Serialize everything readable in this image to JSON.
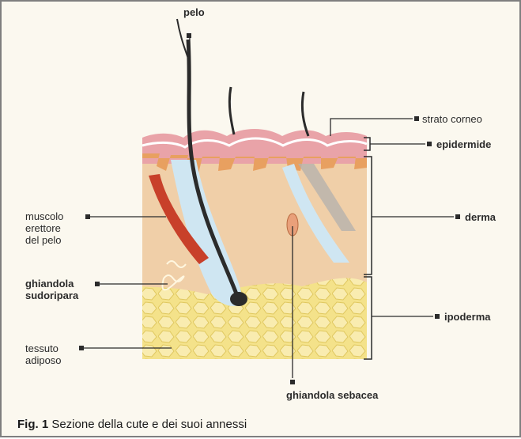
{
  "labels": {
    "pelo": "pelo",
    "strato_corneo": "strato corneo",
    "epidermide": "epidermide",
    "derma": "derma",
    "ipoderma": "ipoderma",
    "muscolo_1": "muscolo",
    "muscolo_2": "erettore",
    "muscolo_3": "del pelo",
    "ghiandola_sudoripara_1": "ghiandola",
    "ghiandola_sudoripara_2": "sudoripara",
    "tessuto_1": "tessuto",
    "tessuto_2": "adiposo",
    "ghiandola_sebacea": "ghiandola sebacea"
  },
  "caption": {
    "prefix": "Fig. 1",
    "text": " Sezione della cute e dei suoi annessi"
  },
  "colors": {
    "background": "#fbf8ef",
    "skin_surface": "#e9a3a8",
    "epidermis_band": "#f3c9c9",
    "papillae": "#e8a060",
    "dermis": "#f0cfa8",
    "hypodermis": "#f4e28a",
    "hair": "#2b2b2b",
    "sheath": "#cfe6f2",
    "muscle": "#c8402a"
  }
}
